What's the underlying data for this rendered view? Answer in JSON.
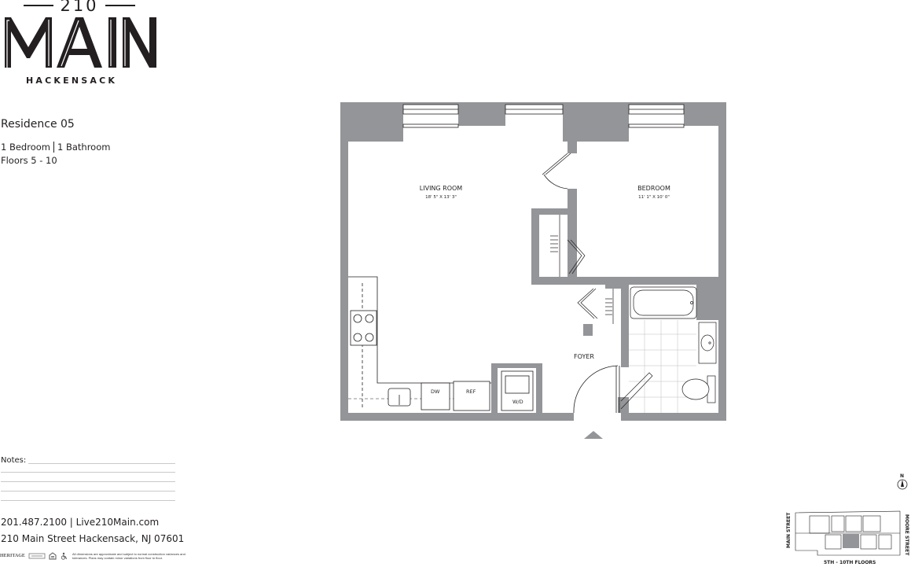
{
  "logo": {
    "number": "210",
    "name": "MAIN",
    "city": "HACKENSACK"
  },
  "residence": {
    "title": "Residence 05",
    "bedrooms": "1 Bedroom",
    "bathrooms": "1 Bathroom",
    "floors": "Floors 5 - 10"
  },
  "notes": {
    "label": "Notes:"
  },
  "contact": {
    "line1": "201.487.2100 | Live210Main.com",
    "line2": "210 Main Street Hackensack, NJ 07601"
  },
  "footer": {
    "brand": "HERITAGE",
    "disclaimer": "All dimensions are approximate and subject to normal construction variances and tolerances. Plans may contain minor variations from floor to floor."
  },
  "floor_plan": {
    "rooms": [
      {
        "name": "LIVING ROOM",
        "dimensions": "18' 5\" X 13' 3\""
      },
      {
        "name": "BEDROOM",
        "dimensions": "11' 1\" X 10' 0\""
      },
      {
        "name": "FOYER",
        "dimensions": ""
      }
    ],
    "appliances": {
      "dishwasher": "DW",
      "refrigerator": "REF",
      "washer_dryer": "W/D"
    },
    "wall_color": "#939598"
  },
  "key_plan": {
    "north": "N",
    "street_left": "MAIN STREET",
    "street_right": "MOORE STREET",
    "caption": "5TH - 10TH FLOORS",
    "highlight_color": "#939598"
  }
}
